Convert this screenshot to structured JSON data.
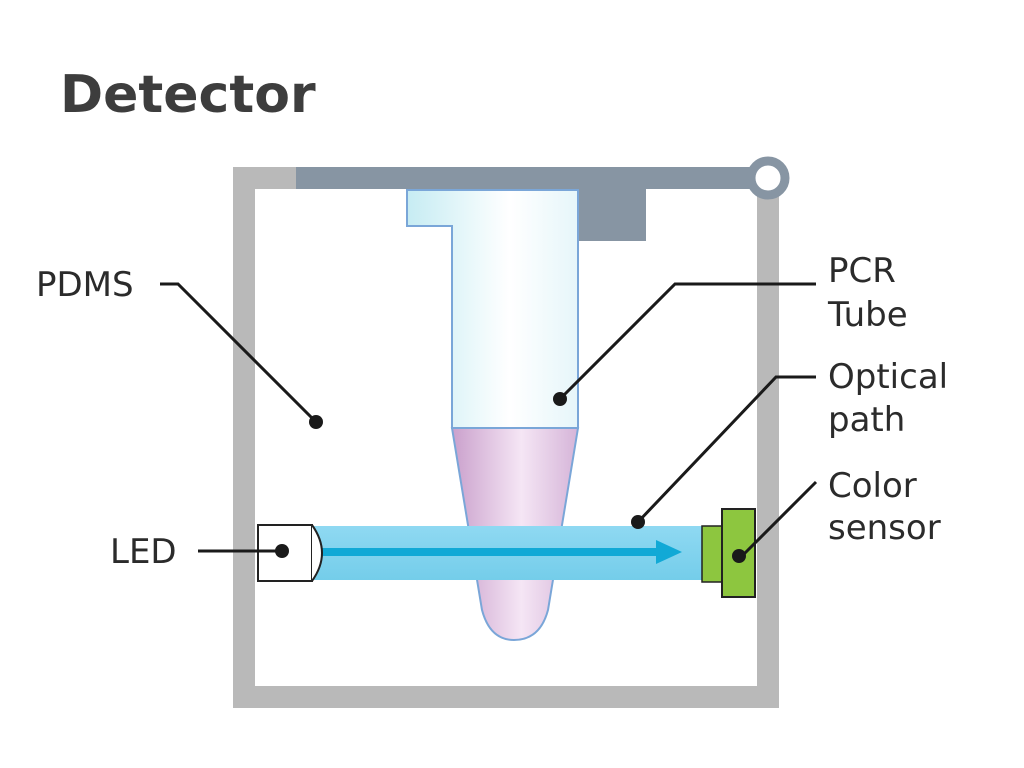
{
  "title": "Detector",
  "labels": {
    "pdms": "PDMS",
    "led": "LED",
    "pcr_tube_line1": "PCR",
    "pcr_tube_line2": "Tube",
    "optical_path_line1": "Optical",
    "optical_path_line2": "path",
    "color_sensor_line1": "Color",
    "color_sensor_line2": "sensor"
  },
  "colors": {
    "housing": "#b9b9b9",
    "lid": "#8795a3",
    "tube_top": "#d6f0f6",
    "tube_liquid": "#d9b6d9",
    "tube_outline": "#7aa6d8",
    "optical_path": "#7fd4f0",
    "arrow": "#11a9d6",
    "sensor": "#8dc63f",
    "led_outline": "#222222"
  }
}
